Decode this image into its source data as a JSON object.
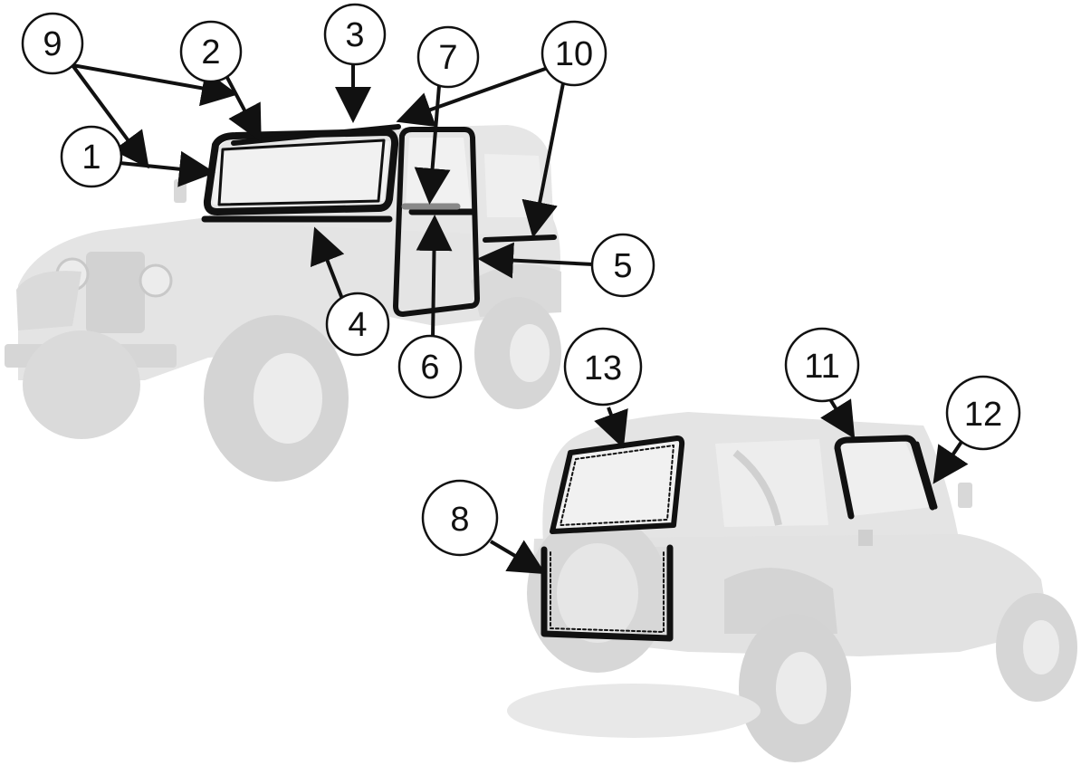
{
  "diagram": {
    "callouts": [
      {
        "id": "1",
        "label": "1"
      },
      {
        "id": "2",
        "label": "2"
      },
      {
        "id": "3",
        "label": "3"
      },
      {
        "id": "4",
        "label": "4"
      },
      {
        "id": "5",
        "label": "5"
      },
      {
        "id": "6",
        "label": "6"
      },
      {
        "id": "7",
        "label": "7"
      },
      {
        "id": "8",
        "label": "8"
      },
      {
        "id": "9",
        "label": "9"
      },
      {
        "id": "10",
        "label": "10"
      },
      {
        "id": "11",
        "label": "11"
      },
      {
        "id": "12",
        "label": "12"
      },
      {
        "id": "13",
        "label": "13"
      }
    ],
    "colors": {
      "vehicle": "#e3e3e3",
      "vehicle_dark": "#cfcfcf",
      "seal": "#111111",
      "callout_ring": "#111111"
    }
  }
}
